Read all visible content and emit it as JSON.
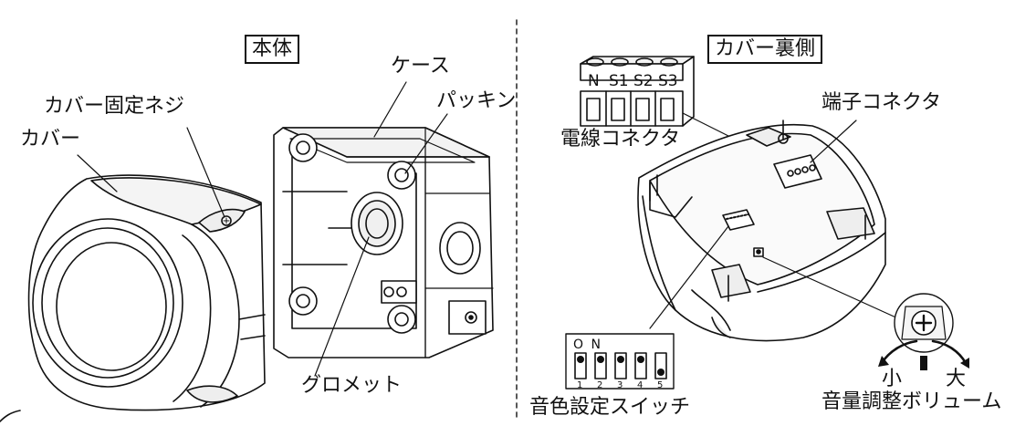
{
  "sections": {
    "body_title": "本体",
    "cover_back_title": "カバー裏側"
  },
  "labels": {
    "case": "ケース",
    "cover_screw": "カバー固定ネジ",
    "packing": "パッキン",
    "cover": "カバー",
    "grommet": "グロメット",
    "wire_connector": "電線コネクタ",
    "terminal_connector": "端子コネクタ",
    "sound_switch": "音色設定スイッチ",
    "volume": "音量調整ボリューム"
  },
  "terminals": [
    "N",
    "S1",
    "S2",
    "S3"
  ],
  "dip_switch": {
    "on_label": "O N",
    "numbers": [
      "1",
      "2",
      "3",
      "4",
      "5"
    ]
  },
  "volume_dial": {
    "small": "小",
    "large": "大"
  }
}
